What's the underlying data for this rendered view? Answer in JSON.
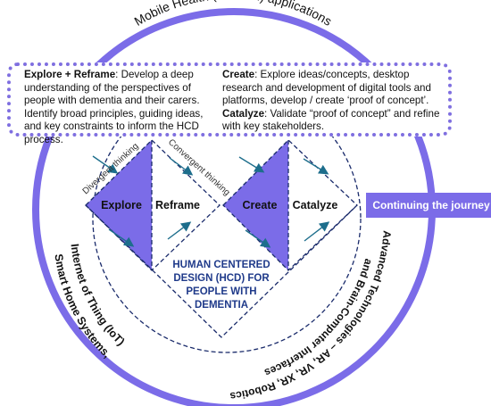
{
  "ring_labels": {
    "top": "Mobile Health (eHealth) applications",
    "left_line1": "Smart Home Systems,",
    "left_line2": "Internet of Thing (IoT)",
    "right_line1": "Advanced Technologies – AR, VR, XR, Robotics",
    "right_line2": "and Brain-Computer Interfaces"
  },
  "description": {
    "explore_reframe_heading": "Explore + Reframe",
    "explore_reframe_text": ": Develop a deep understanding of the perspectives of people with dementia and their carers. Identify broad principles, guiding ideas, and key constraints to inform the HCD process.",
    "create_heading": "Create",
    "create_text": ": Explore ideas/concepts, desktop research and development of digital tools and platforms, develop / create ‘proof of concept’.",
    "catalyze_heading": "Catalyze",
    "catalyze_text": ": Validate “proof of concept” and refine with key stakeholders."
  },
  "phases": {
    "explore": "Explore",
    "reframe": "Reframe",
    "create": "Create",
    "catalyze": "Catalyze"
  },
  "thinking": {
    "divergent": "Divergent thinking",
    "convergent": "Convergent thinking"
  },
  "center_label": {
    "line1": "HUMAN CENTERED",
    "line2": "DESIGN (HCD) FOR",
    "line3": "PEOPLE WITH",
    "line4": "DEMENTIA"
  },
  "continue_label": "Continuing the journey",
  "colors": {
    "ring": "#7b6ce8",
    "accent_fill": "#7b6ce8",
    "diamond_stroke": "#1a2b6b",
    "arrow": "#1d6e8c",
    "center_text": "#1f3a8a"
  }
}
